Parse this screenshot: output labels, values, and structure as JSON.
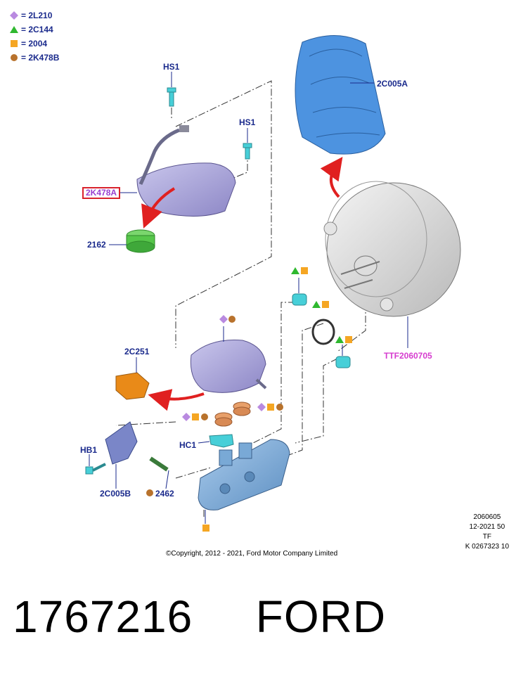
{
  "legend": [
    {
      "symbol": "diamond",
      "color": "#b98ae0",
      "text": "= 2L210"
    },
    {
      "symbol": "triangle",
      "color": "#2fb82f",
      "text": "= 2C144"
    },
    {
      "symbol": "square",
      "color": "#f5a623",
      "text": "= 2004"
    },
    {
      "symbol": "circle",
      "color": "#b8722c",
      "text": "= 2K478B"
    }
  ],
  "labels": {
    "hs1_top": "HS1",
    "hs1_right": "HS1",
    "reservoir_upper": "2K478A",
    "cap": "2162",
    "shield": "2C005A",
    "booster": "TTF2060705",
    "sensor": "2C251",
    "hb1": "HB1",
    "hc1": "HC1",
    "bracket": "2C005B",
    "pin": "2462"
  },
  "meta": {
    "line1": "2060605",
    "line2": "12-2021 50",
    "line3": "TF",
    "line4": "K 0267323 10"
  },
  "copyright": "©Copyright, 2012 - 2021, Ford Motor Company Limited",
  "footer": {
    "part_number": "1767216",
    "brand": "FORD"
  },
  "colors": {
    "label_blue": "#1a2a8c",
    "highlight_red": "#d9232d",
    "booster_pink": "#d63ccf",
    "shield_blue": "#4d93e0",
    "reservoir_purple": "#a9a4d8",
    "cap_green": "#56c64a",
    "sensor_orange": "#e98a18",
    "cylinder_blue": "#79a9d6",
    "fastener_cyan": "#47cfd8",
    "seal_copper": "#e8a06a"
  }
}
